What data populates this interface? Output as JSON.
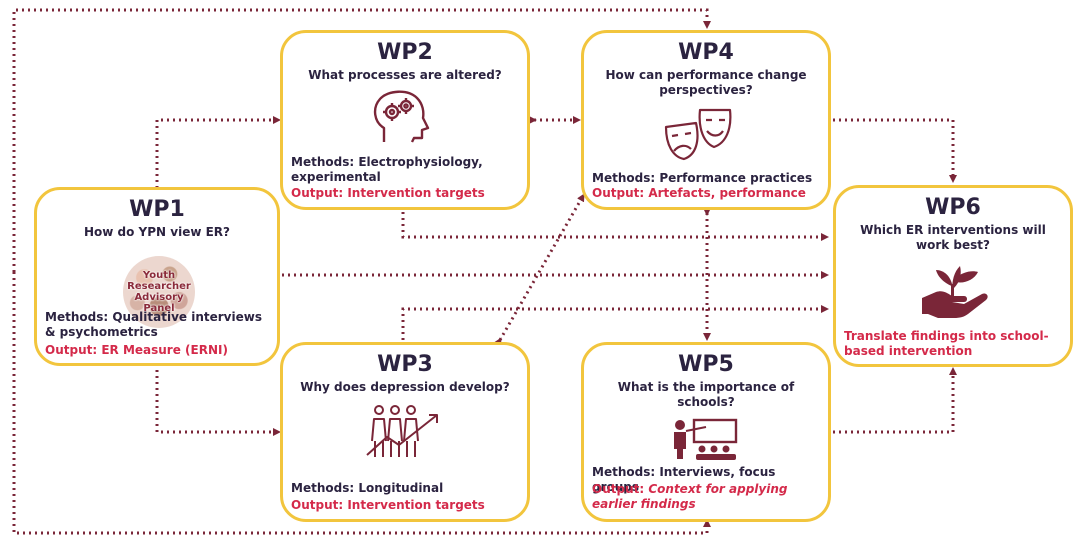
{
  "colors": {
    "border": "#f2c53d",
    "arrow": "#7a2638",
    "title": "#2b2340",
    "output": "#d42a4a",
    "icon": "#7a2638"
  },
  "wp1": {
    "title": "WP1",
    "question": "How do YPN view ER?",
    "panel_label": "Youth Researcher Advisory Panel",
    "methods": "Methods: Qualitative interviews & psychometrics",
    "output": "Output: ER Measure (ERNI)"
  },
  "wp2": {
    "title": "WP2",
    "question": "What processes are altered?",
    "icon": "head-gears-icon",
    "methods": "Methods: Electrophysiology, experimental",
    "output": "Output: Intervention targets"
  },
  "wp3": {
    "title": "WP3",
    "question": "Why does depression develop?",
    "icon": "people-growth-icon",
    "methods": "Methods: Longitudinal",
    "output": "Output: Intervention targets"
  },
  "wp4": {
    "title": "WP4",
    "question": "How can performance change perspectives?",
    "icon": "theatre-masks-icon",
    "methods": "Methods: Performance practices",
    "output": "Output: Artefacts, performance"
  },
  "wp5": {
    "title": "WP5",
    "question": "What is the importance of schools?",
    "icon": "classroom-teacher-icon",
    "methods": "Methods: Interviews, focus groups",
    "output_label": "Output:",
    "output_rest": "Context for applying earlier findings"
  },
  "wp6": {
    "title": "WP6",
    "question": "Which ER interventions will work best?",
    "icon": "hand-plant-icon",
    "translation": "Translate findings into school-based intervention"
  }
}
